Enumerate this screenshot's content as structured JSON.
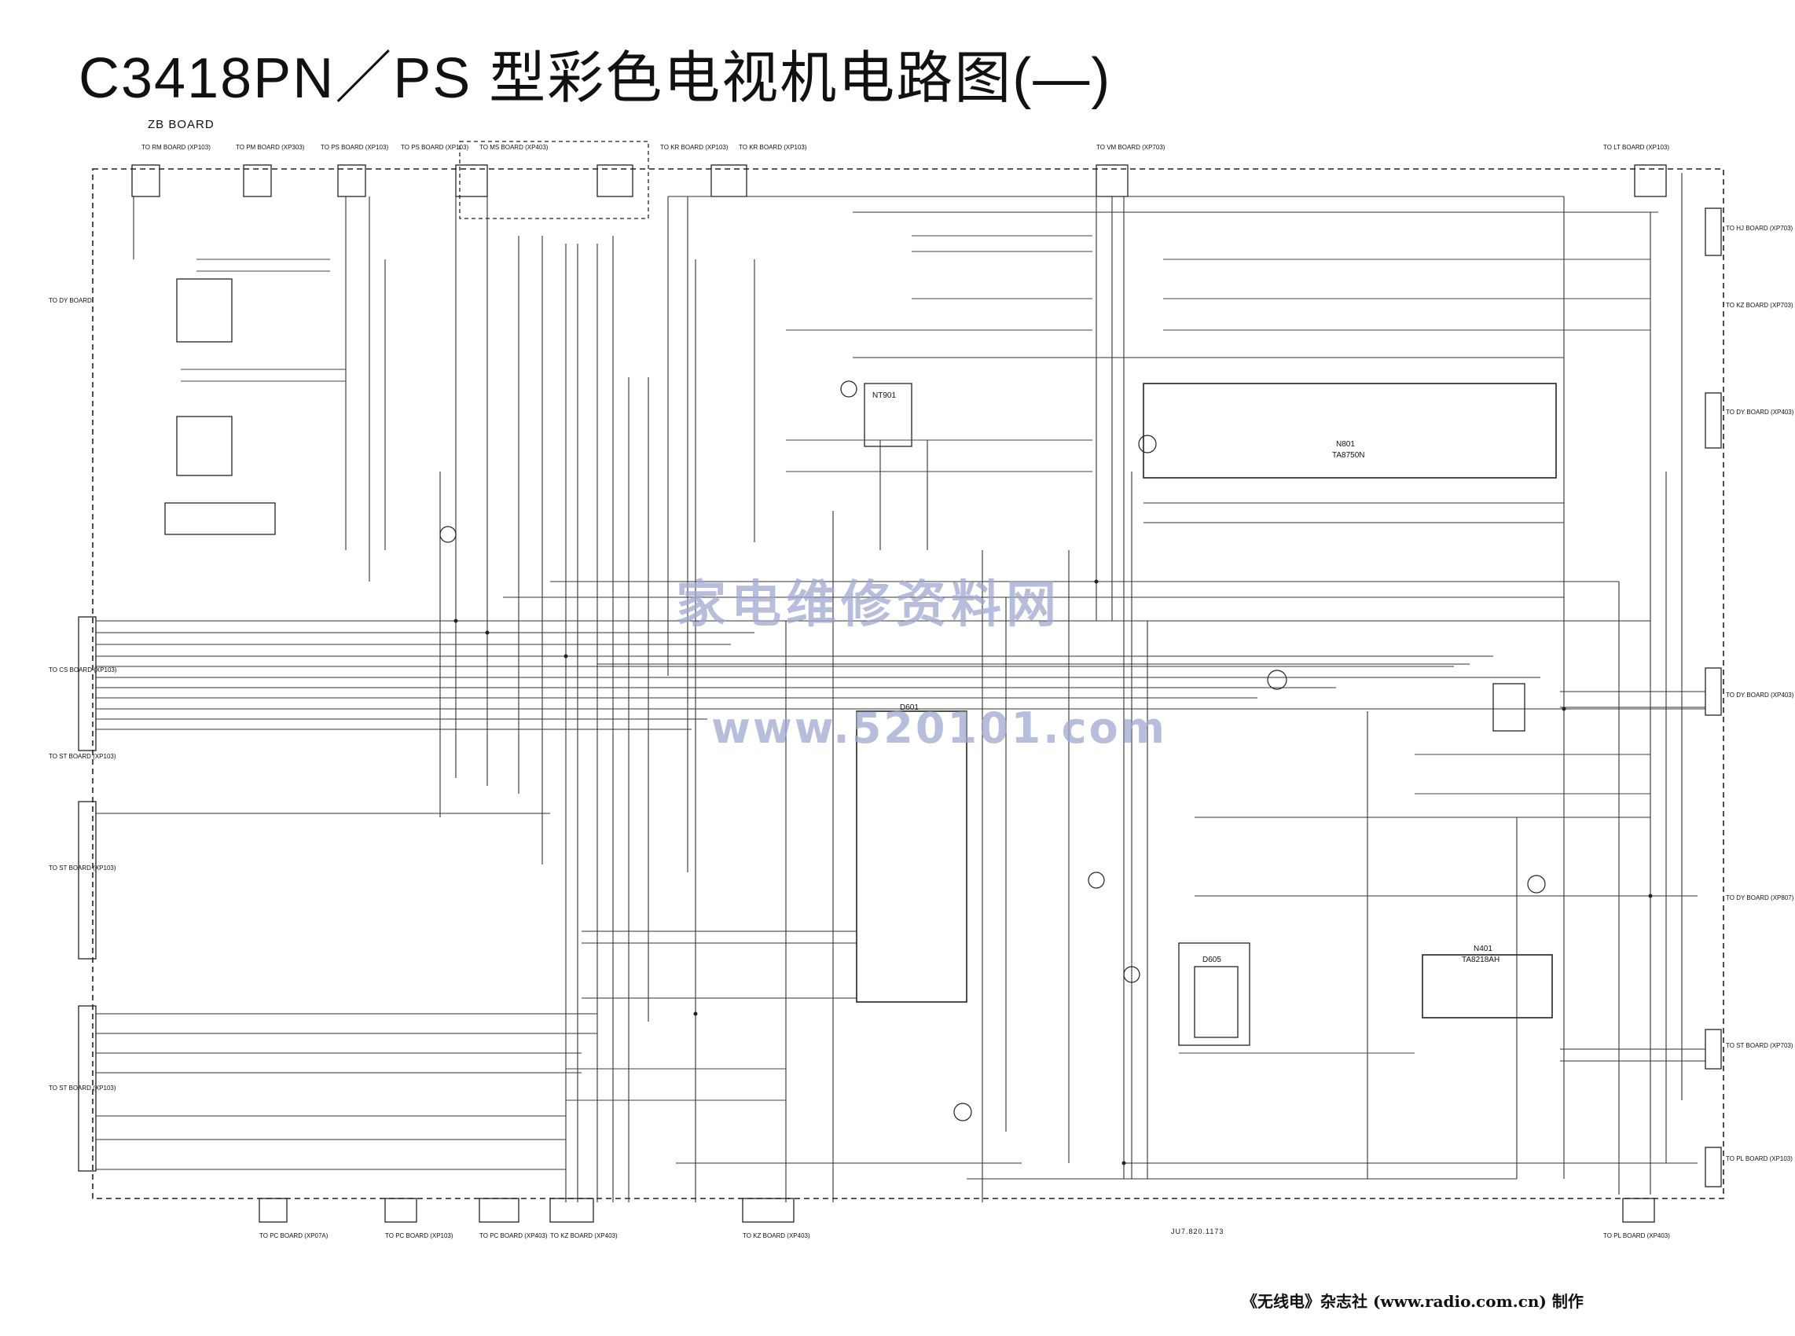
{
  "title": "C3418PN／PS  型彩色电视机电路图(—)",
  "board_name": "ZB BOARD",
  "top_board_refs": [
    "TO RM BOARD (XP103)",
    "TO PM BOARD (XP303)",
    "TO PS BOARD (XP103)",
    "TO PS BOARD (XP103)",
    "TO MS BOARD (XP403)",
    "TO KR BOARD (XP103)",
    "TO KR BOARD (XP103)",
    "TO VM BOARD (XP703)",
    "TO LT BOARD (XP103)"
  ],
  "left_board_refs": [
    "TO DY BOARD",
    "TO CS BOARD (XP103)",
    "TO ST BOARD (XP103)",
    "TO ST BOARD (XP103)",
    "TO ST BOARD (XP103)"
  ],
  "right_board_refs": [
    "TO HJ BOARD (XP703)",
    "TO KZ BOARD (XP703)",
    "TO DY BOARD (XP403)",
    "TO DY BOARD (XP403)",
    "TO DY BOARD (XP807)",
    "TO ST BOARD (XP703)",
    "TO PL BOARD (XP103)"
  ],
  "bottom_board_refs": [
    "TO PC BOARD (XP07A)",
    "TO PC BOARD (XP103)",
    "TO PC BOARD (XP403)",
    "TO KZ BOARD (XP403)",
    "TO KZ BOARD (XP403)",
    "TO PL BOARD (XP403)"
  ],
  "ic_labels": [
    "N801",
    "TA8750N",
    "D601",
    "N401",
    "TA8218AH",
    "NT901",
    "D605"
  ],
  "watermark_cn": "家电维修资料网",
  "watermark_url": "www.520101.com",
  "drawing_number": "JU7.820.1173",
  "credit": "《无线电》杂志社 (www.radio.com.cn) 制作"
}
